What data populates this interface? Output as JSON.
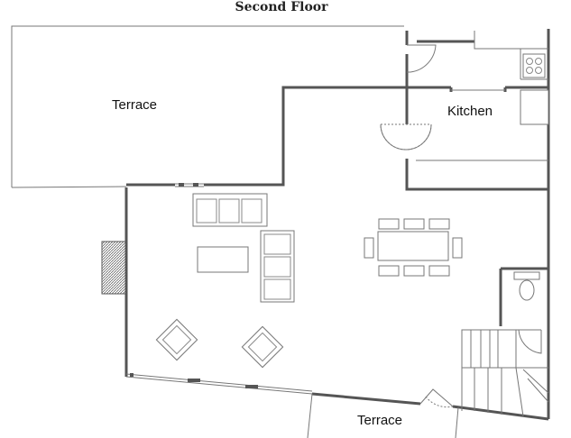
{
  "title": "Second Floor",
  "rooms": {
    "terrace_top": "Terrace",
    "kitchen": "Kitchen",
    "terrace_bottom": "Terrace"
  }
}
